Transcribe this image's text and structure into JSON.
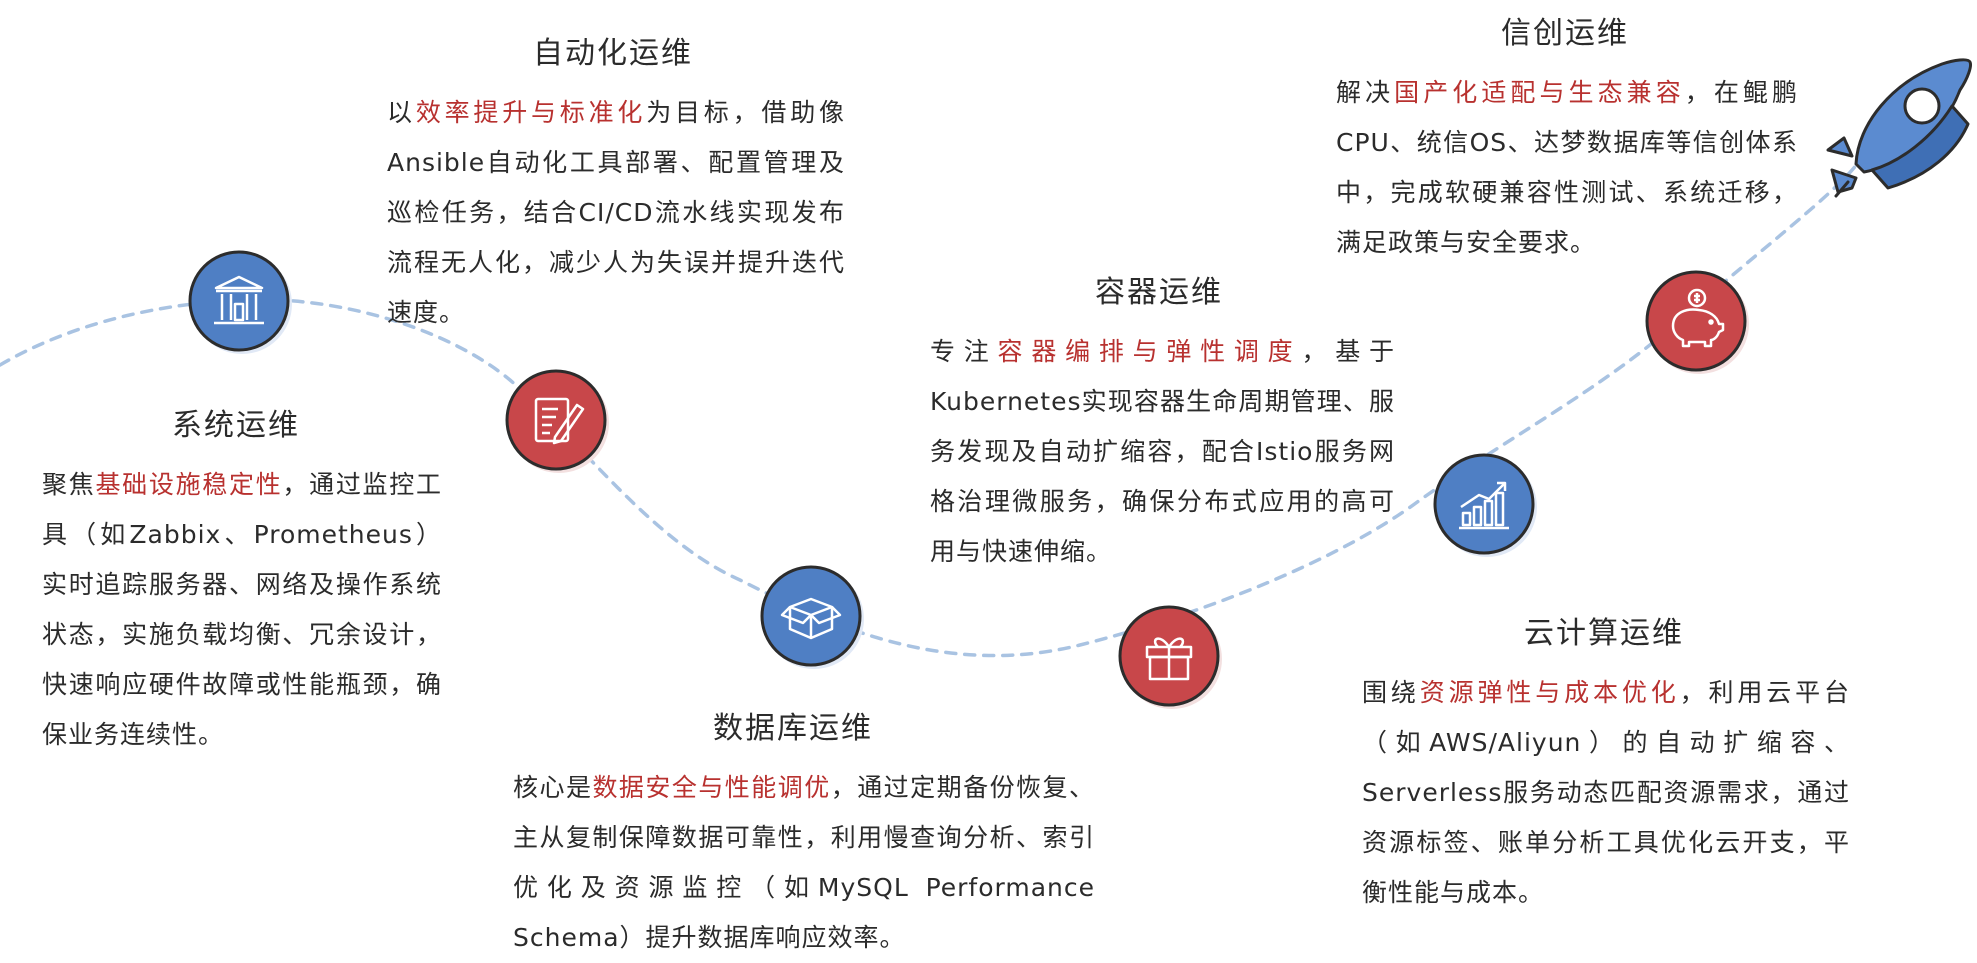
{
  "colors": {
    "accent_red": "#b8312f",
    "node_blue": "#4f7fc4",
    "node_red": "#c8474a",
    "path_blue": "#a9c3e2",
    "text": "#2b2b2b"
  },
  "sections": {
    "system": {
      "icon": "bank-icon",
      "title": "系统运维",
      "pre": "聚焦",
      "highlight": "基础设施稳定性",
      "post": "，通过监控工具（如Zabbix、Prometheus）实时追踪服务器、网络及操作系统状态，实施负载均衡、冗余设计，快速响应硬件故障或性能瓶颈，确保业务连续性。"
    },
    "automation": {
      "icon": "edit-document-icon",
      "title": "自动化运维",
      "pre": "以",
      "highlight": "效率提升与标准化",
      "post": "为目标，借助像Ansible自动化工具部署、配置管理及巡检任务，结合CI/CD流水线实现发布流程无人化，减少人为失误并提升迭代速度。"
    },
    "database": {
      "icon": "open-box-icon",
      "title": "数据库运维",
      "pre": "核心是",
      "highlight": "数据安全与性能调优",
      "post": "，通过定期备份恢复、主从复制保障数据可靠性，利用慢查询分析、索引优化及资源监控（如MySQL Performance Schema）提升数据库响应效率。"
    },
    "container": {
      "icon": "gift-box-icon",
      "title": "容器运维",
      "pre": "专注",
      "highlight": "容器编排与弹性调度",
      "post": "，基于Kubernetes实现容器生命周期管理、服务发现及自动扩缩容，配合Istio服务网格治理微服务，确保分布式应用的高可用与快速伸缩。"
    },
    "cloud": {
      "icon": "growth-chart-icon",
      "title": "云计算运维",
      "pre": "围绕",
      "highlight": "资源弹性与成本优化",
      "post": "，利用云平台（如AWS/Aliyun）的自动扩缩容、Serverless服务动态匹配资源需求，通过资源标签、账单分析工具优化云开支，平衡性能与成本。"
    },
    "xinchuang": {
      "icon": "piggy-bank-icon",
      "title": "信创运维",
      "pre": "解决",
      "highlight": "国产化适配与生态兼容",
      "post": "，在鲲鹏CPU、统信OS、达梦数据库等信创体系中，完成软硬兼容性测试、系统迁移，满足政策与安全要求。"
    }
  },
  "decor": {
    "rocket": "rocket-icon"
  }
}
